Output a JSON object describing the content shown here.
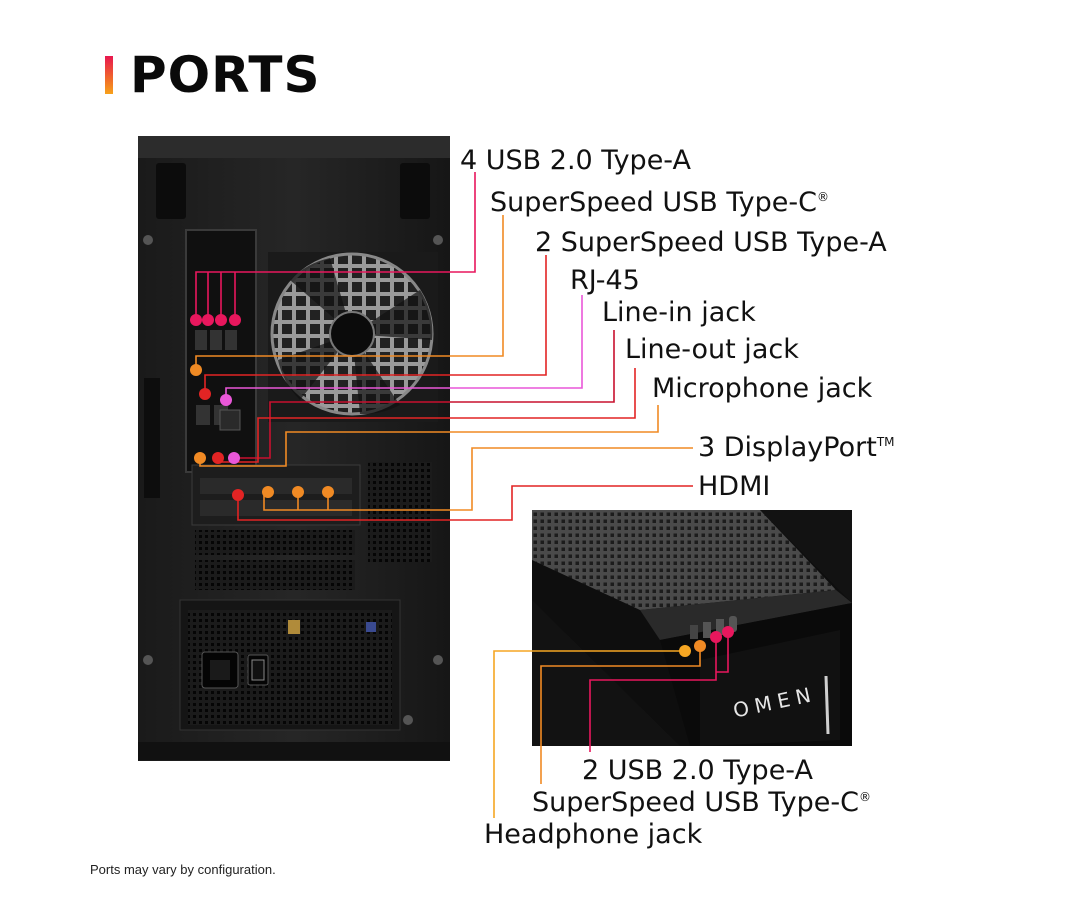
{
  "title": "PORTS",
  "rear_labels": [
    {
      "text": "4 USB 2.0 Type-A",
      "sup": ""
    },
    {
      "text": "SuperSpeed USB Type-C",
      "sup": "®"
    },
    {
      "text": "2 SuperSpeed USB Type-A",
      "sup": ""
    },
    {
      "text": "RJ-45",
      "sup": ""
    },
    {
      "text": "Line-in jack",
      "sup": ""
    },
    {
      "text": "Line-out jack",
      "sup": ""
    },
    {
      "text": "Microphone jack",
      "sup": ""
    },
    {
      "text": "3 DisplayPort",
      "sup": "TM"
    },
    {
      "text": "HDMI",
      "sup": ""
    }
  ],
  "front_labels": [
    {
      "text": "2 USB 2.0 Type-A",
      "sup": ""
    },
    {
      "text": "SuperSpeed USB Type-C",
      "sup": "®"
    },
    {
      "text": "Headphone jack",
      "sup": ""
    }
  ],
  "brand_text": "OMEN",
  "footnote": "Ports may vary by configuration.",
  "colors": {
    "magenta": "#e8175d",
    "red": "#e22424",
    "orange": "#f08a24",
    "amber": "#f5a623",
    "pink": "#e957d8",
    "dark_red": "#c8102e"
  }
}
